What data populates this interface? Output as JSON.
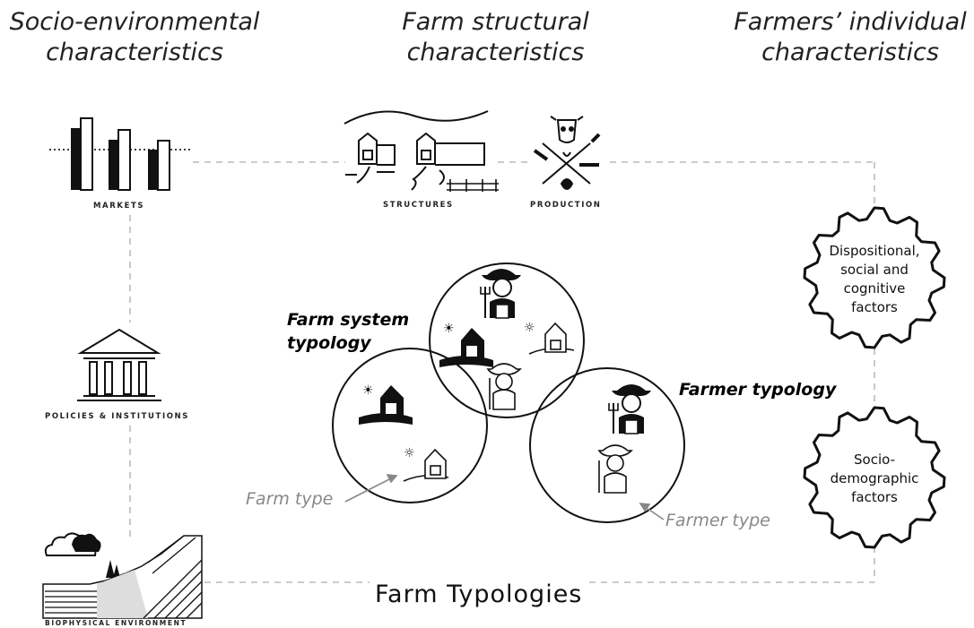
{
  "headers": {
    "socio_environmental": "Socio-environmental characteristics",
    "socio_environmental_l1": "Socio-environmental",
    "socio_environmental_l2": "characteristics",
    "farm_structural_l1": "Farm structural",
    "farm_structural_l2": "characteristics",
    "farmers_individual_l1": "Farmers’ individual",
    "farmers_individual_l2": "characteristics"
  },
  "icons": {
    "markets": "MARKETS",
    "structures": "STRUCTURES",
    "production": "PRODUCTION",
    "policies": "POLICIES & INSTITUTIONS",
    "biophysical": "BIOPHYSICAL ENVIRONMENT"
  },
  "typologies": {
    "farm_system_l1": "Farm system",
    "farm_system_l2": "typology",
    "farmer": "Farmer typology",
    "farm_type": "Farm type",
    "farmer_type": "Farmer type"
  },
  "gears": {
    "dispositional_l1": "Dispositional,",
    "dispositional_l2": "social and",
    "dispositional_l3": "cognitive",
    "dispositional_l4": "factors",
    "socio_l1": "Socio-",
    "socio_l2": "demographic",
    "socio_l3": "factors"
  },
  "bottom_title": "Farm Typologies",
  "colors": {
    "line": "#bbbbbb",
    "grey_text": "#888888",
    "ink": "#111111"
  }
}
